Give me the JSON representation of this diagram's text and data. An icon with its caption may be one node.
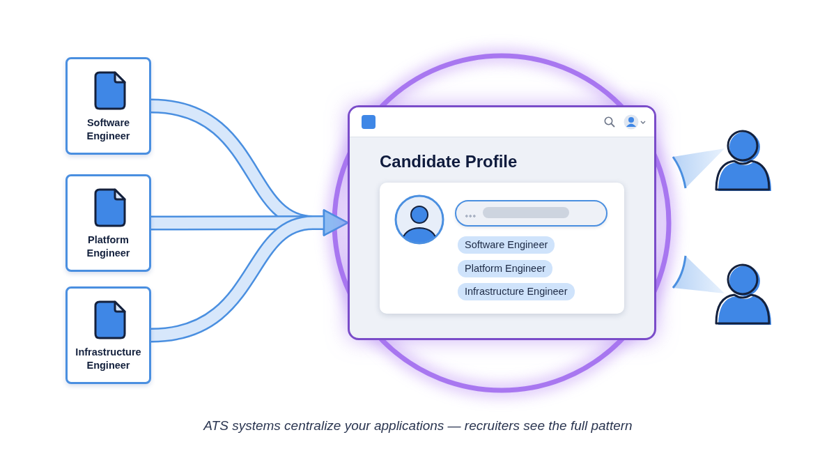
{
  "diagram": {
    "nodes": [
      {
        "text": [
          "Software Engineer"
        ]
      },
      {
        "text": [
          "Platform Engineer"
        ]
      },
      {
        "text": [
          "Infrastructure Engineer"
        ]
      },
      {
        "text": [
          "Candidate Profile"
        ]
      },
      {
        "text": [],
        "shape": "box",
        "in": 3
      },
      {
        "text": [
          "Software Engineer"
        ],
        "in": 4
      },
      {
        "text": [
          "Platform Engineer"
        ],
        "in": 4
      },
      {
        "text": [
          "Infrastructure Engineer"
        ],
        "in": 4
      }
    ],
    "edges": [
      {
        "from": 0,
        "to": 3,
        "arrow": "to"
      },
      {
        "from": 1,
        "to": 3,
        "arrow": "to"
      },
      {
        "from": 2,
        "to": 3,
        "arrow": "to"
      }
    ],
    "caption": "ATS systems centralize your applications — recruiters see the full pattern"
  }
}
